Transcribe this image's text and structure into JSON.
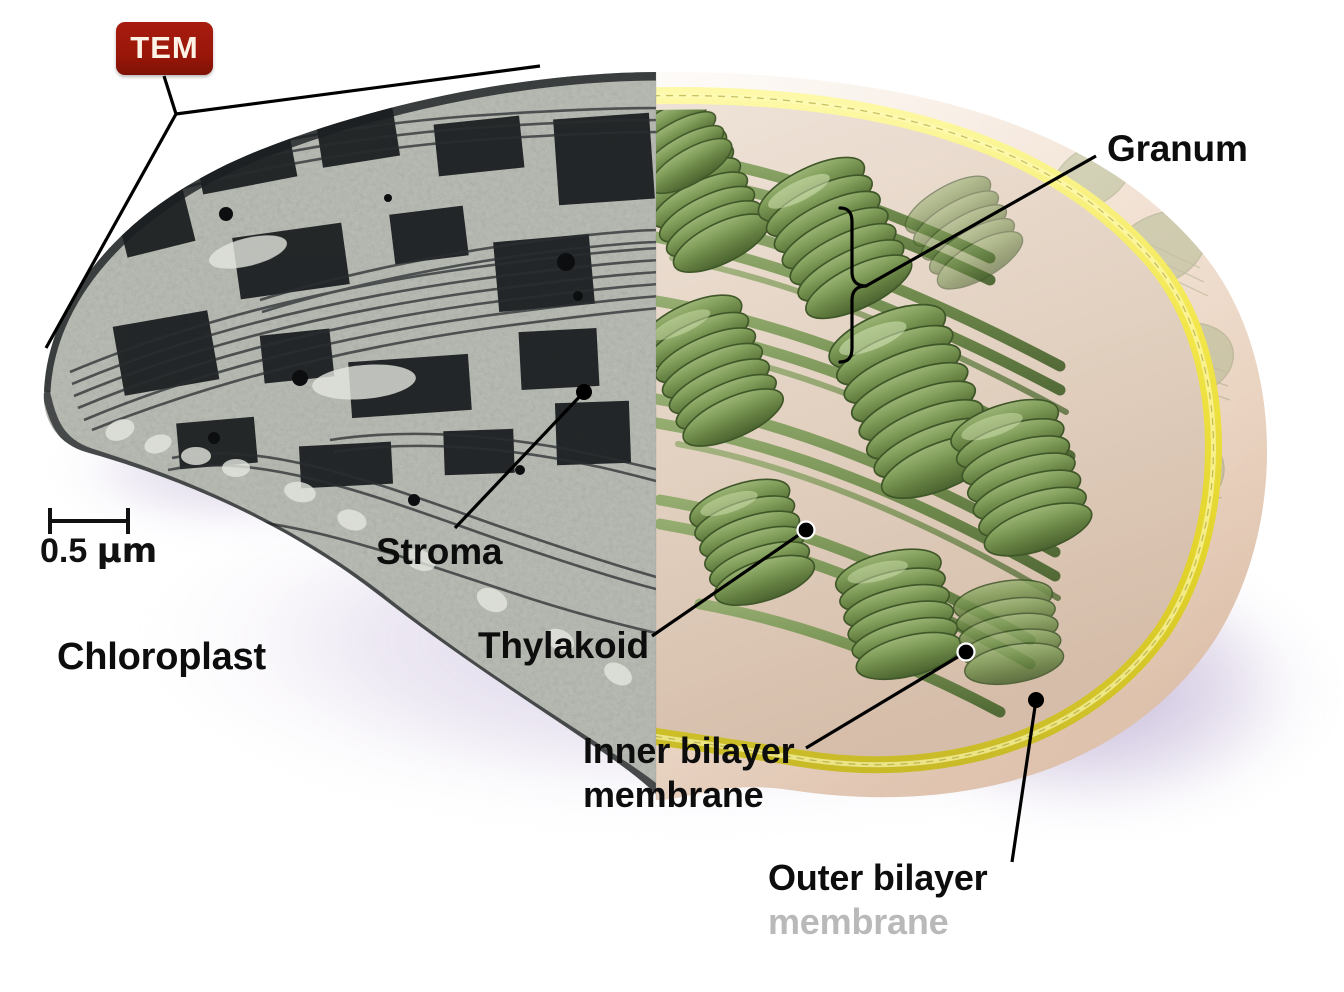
{
  "figure": {
    "title": "Chloroplast",
    "micrograph_badge": "TEM",
    "scale_bar": {
      "value": "0.5",
      "unit": "µm",
      "full": "0.5 µm"
    }
  },
  "labels": {
    "granum": "Granum",
    "stroma": "Stroma",
    "thylakoid": "Thylakoid",
    "inner_membrane_line1": "Inner bilayer",
    "inner_membrane_line2": "membrane",
    "outer_membrane_line1": "Outer bilayer",
    "outer_membrane_line2": "membrane",
    "chloroplast": "Chloroplast"
  },
  "colors": {
    "badge_red": "#9d1b0f",
    "badge_text": "#fdf2e6",
    "label_black": "#0d0d0d",
    "outer_label_gray": "#b9b9b9",
    "inner_membrane_yellow": "#ece43a",
    "outer_membrane_cream": "#efdccb",
    "granum_green": "#6f8c4a",
    "thylakoid_dark_green": "#4d6a30",
    "stroma_tan": "#d8c5b5",
    "shadow_purple": "#b6a4cf",
    "tem_gray_light": "#d6d8d2",
    "tem_gray_dark": "#23262a",
    "leader_line": "#000000"
  },
  "structure": {
    "halves": [
      "transmission electron micrograph (left)",
      "artist illustration (right)"
    ],
    "parts": [
      "outer bilayer membrane",
      "inner bilayer membrane",
      "stroma",
      "thylakoid",
      "granum"
    ]
  }
}
